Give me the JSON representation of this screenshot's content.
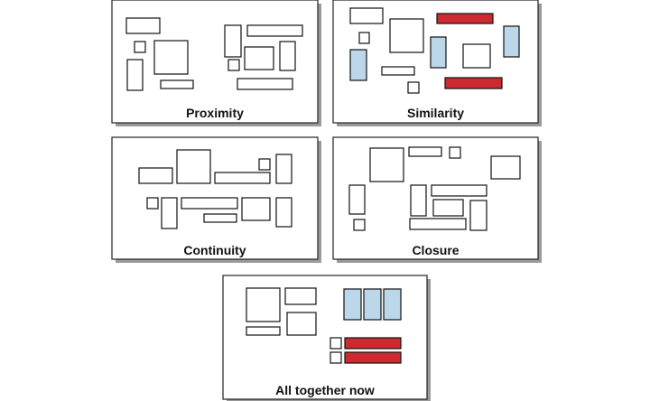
{
  "colors": {
    "outline": "#111111",
    "frame": "#222222",
    "shadow": "#9a9a9a",
    "plain_fill": "#ffffff",
    "blue_fill": "#bcd7ea",
    "red_fill": "#cc2a30"
  },
  "panels": [
    {
      "id": "proximity",
      "label": "Proximity",
      "shapes": [
        {
          "fill": "plain"
        },
        {
          "fill": "plain"
        },
        {
          "fill": "plain"
        },
        {
          "fill": "plain"
        },
        {
          "fill": "plain"
        },
        {
          "fill": "plain"
        },
        {
          "fill": "plain"
        },
        {
          "fill": "plain"
        },
        {
          "fill": "plain"
        },
        {
          "fill": "plain"
        },
        {
          "fill": "plain"
        }
      ]
    },
    {
      "id": "similarity",
      "label": "Similarity",
      "shapes": [
        {
          "fill": "plain"
        },
        {
          "fill": "plain"
        },
        {
          "fill": "blue"
        },
        {
          "fill": "plain"
        },
        {
          "fill": "plain"
        },
        {
          "fill": "blue"
        },
        {
          "fill": "red"
        },
        {
          "fill": "plain"
        },
        {
          "fill": "blue"
        },
        {
          "fill": "red"
        },
        {
          "fill": "plain"
        }
      ]
    },
    {
      "id": "continuity",
      "label": "Continuity",
      "shapes": [
        {
          "fill": "plain"
        },
        {
          "fill": "plain"
        },
        {
          "fill": "plain"
        },
        {
          "fill": "plain"
        },
        {
          "fill": "plain"
        },
        {
          "fill": "plain"
        },
        {
          "fill": "plain"
        },
        {
          "fill": "plain"
        },
        {
          "fill": "plain"
        },
        {
          "fill": "plain"
        },
        {
          "fill": "plain"
        }
      ]
    },
    {
      "id": "closure",
      "label": "Closure",
      "shapes": [
        {
          "fill": "plain"
        },
        {
          "fill": "plain"
        },
        {
          "fill": "plain"
        },
        {
          "fill": "plain"
        },
        {
          "fill": "plain"
        },
        {
          "fill": "plain"
        },
        {
          "fill": "plain"
        },
        {
          "fill": "plain"
        },
        {
          "fill": "plain"
        },
        {
          "fill": "plain"
        },
        {
          "fill": "plain"
        }
      ]
    },
    {
      "id": "all-together",
      "label": "All together now",
      "shapes": [
        {
          "fill": "plain"
        },
        {
          "fill": "plain"
        },
        {
          "fill": "plain"
        },
        {
          "fill": "plain"
        },
        {
          "fill": "blue"
        },
        {
          "fill": "blue"
        },
        {
          "fill": "blue"
        },
        {
          "fill": "plain"
        },
        {
          "fill": "plain"
        },
        {
          "fill": "red"
        },
        {
          "fill": "red"
        }
      ]
    }
  ]
}
